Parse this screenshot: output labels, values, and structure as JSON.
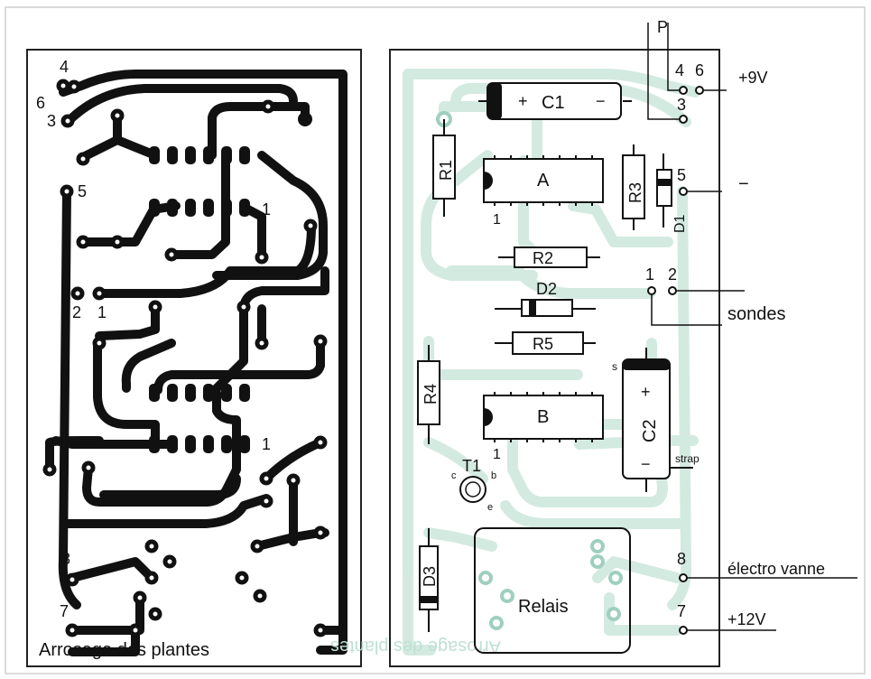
{
  "left_board": {
    "caption": "Arrosage des plantes",
    "pads": {
      "p4": "4",
      "p6": "6",
      "p3": "3",
      "p5": "5",
      "p2": "2",
      "p1": "1",
      "p8": "8",
      "p7": "7"
    },
    "ic_pin1_top": "1",
    "ic_pin1_bottom": "1"
  },
  "right_board": {
    "ghost_caption": "Arrosage des plantes",
    "components": {
      "c1": "C1",
      "c1_plus": "+",
      "c1_minus": "−",
      "ic_a": "A",
      "ic_a_pin1": "1",
      "r1": "R1",
      "r3": "R3",
      "d1": "D1",
      "r2": "R2",
      "d2": "D2",
      "r5": "R5",
      "r4": "R4",
      "ic_b": "B",
      "ic_b_pin1": "1",
      "c2": "C2",
      "c2_plus": "+",
      "c2_minus": "−",
      "c2_s": "s",
      "strap": "strap",
      "t1": "T1",
      "t1_c": "c",
      "t1_b": "b",
      "t1_e": "e",
      "d3": "D3",
      "relay": "Relais"
    },
    "terminals": {
      "p": "P",
      "t4": "4",
      "t6": "6",
      "t3": "3",
      "t5": "5",
      "t1": "1",
      "t2": "2",
      "t8": "8",
      "t7": "7"
    }
  },
  "connections": {
    "plus9v": "+9V",
    "minus": "−",
    "sondes": "sondes",
    "electrovanne": "électro vanne",
    "plus12v": "+12V"
  },
  "colors": {
    "ink": "#111111",
    "ghost_trace": "#cfe8de",
    "ghost_outline": "#9fcfbe",
    "board_outline": "#222222",
    "frame": "#cccccc"
  }
}
